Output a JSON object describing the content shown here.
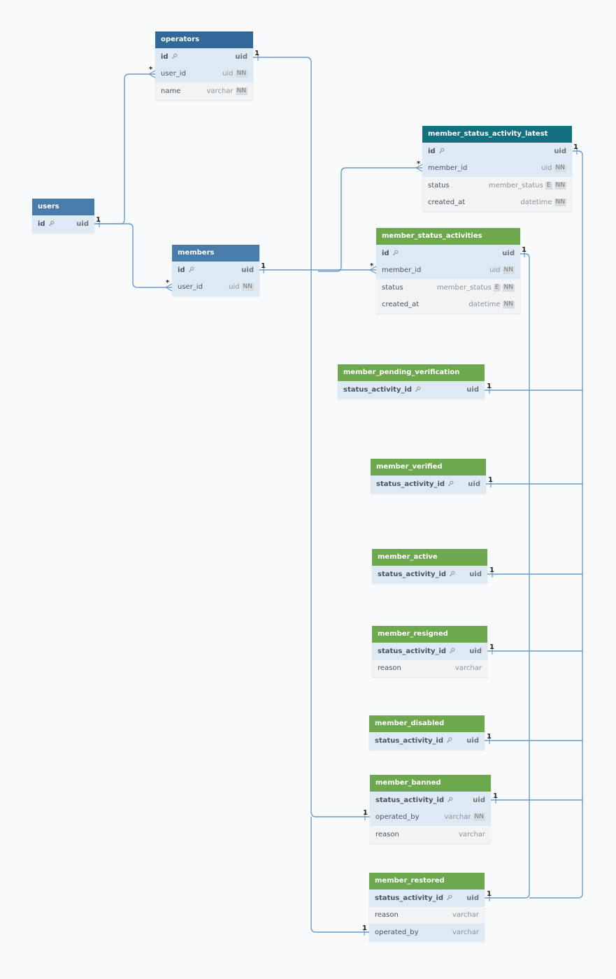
{
  "colors": {
    "user_header": "#4a7cab",
    "operator_header": "#33699a",
    "latest_header": "#13707e",
    "status_header": "#6da84e",
    "connector": "#6a9bcb",
    "key_row": "#dde9f3",
    "plain_row": "#f2f3f4"
  },
  "labels": {
    "nn": "NN",
    "enum": "E",
    "one": "1",
    "many": "*"
  },
  "tables": {
    "operators": {
      "name": "operators",
      "fields": [
        {
          "name": "id",
          "type": "uid"
        },
        {
          "name": "user_id",
          "type": "uid"
        },
        {
          "name": "name",
          "type": "varchar"
        }
      ]
    },
    "users": {
      "name": "users",
      "fields": [
        {
          "name": "id",
          "type": "uid"
        }
      ]
    },
    "members": {
      "name": "members",
      "fields": [
        {
          "name": "id",
          "type": "uid"
        },
        {
          "name": "user_id",
          "type": "uid"
        }
      ]
    },
    "member_status_activity_latest": {
      "name": "member_status_activity_latest",
      "fields": [
        {
          "name": "id",
          "type": "uid"
        },
        {
          "name": "member_id",
          "type": "uid"
        },
        {
          "name": "status",
          "type": "member_status"
        },
        {
          "name": "created_at",
          "type": "datetime"
        }
      ]
    },
    "member_status_activities": {
      "name": "member_status_activities",
      "fields": [
        {
          "name": "id",
          "type": "uid"
        },
        {
          "name": "member_id",
          "type": "uid"
        },
        {
          "name": "status",
          "type": "member_status"
        },
        {
          "name": "created_at",
          "type": "datetime"
        }
      ]
    },
    "member_pending_verification": {
      "name": "member_pending_verification",
      "fields": [
        {
          "name": "status_activity_id",
          "type": "uid"
        }
      ]
    },
    "member_verified": {
      "name": "member_verified",
      "fields": [
        {
          "name": "status_activity_id",
          "type": "uid"
        }
      ]
    },
    "member_active": {
      "name": "member_active",
      "fields": [
        {
          "name": "status_activity_id",
          "type": "uid"
        }
      ]
    },
    "member_resigned": {
      "name": "member_resigned",
      "fields": [
        {
          "name": "status_activity_id",
          "type": "uid"
        },
        {
          "name": "reason",
          "type": "varchar"
        }
      ]
    },
    "member_disabled": {
      "name": "member_disabled",
      "fields": [
        {
          "name": "status_activity_id",
          "type": "uid"
        }
      ]
    },
    "member_banned": {
      "name": "member_banned",
      "fields": [
        {
          "name": "status_activity_id",
          "type": "uid"
        },
        {
          "name": "operated_by",
          "type": "varchar"
        },
        {
          "name": "reason",
          "type": "varchar"
        }
      ]
    },
    "member_restored": {
      "name": "member_restored",
      "fields": [
        {
          "name": "status_activity_id",
          "type": "uid"
        },
        {
          "name": "reason",
          "type": "varchar"
        },
        {
          "name": "operated_by",
          "type": "varchar"
        }
      ]
    }
  }
}
